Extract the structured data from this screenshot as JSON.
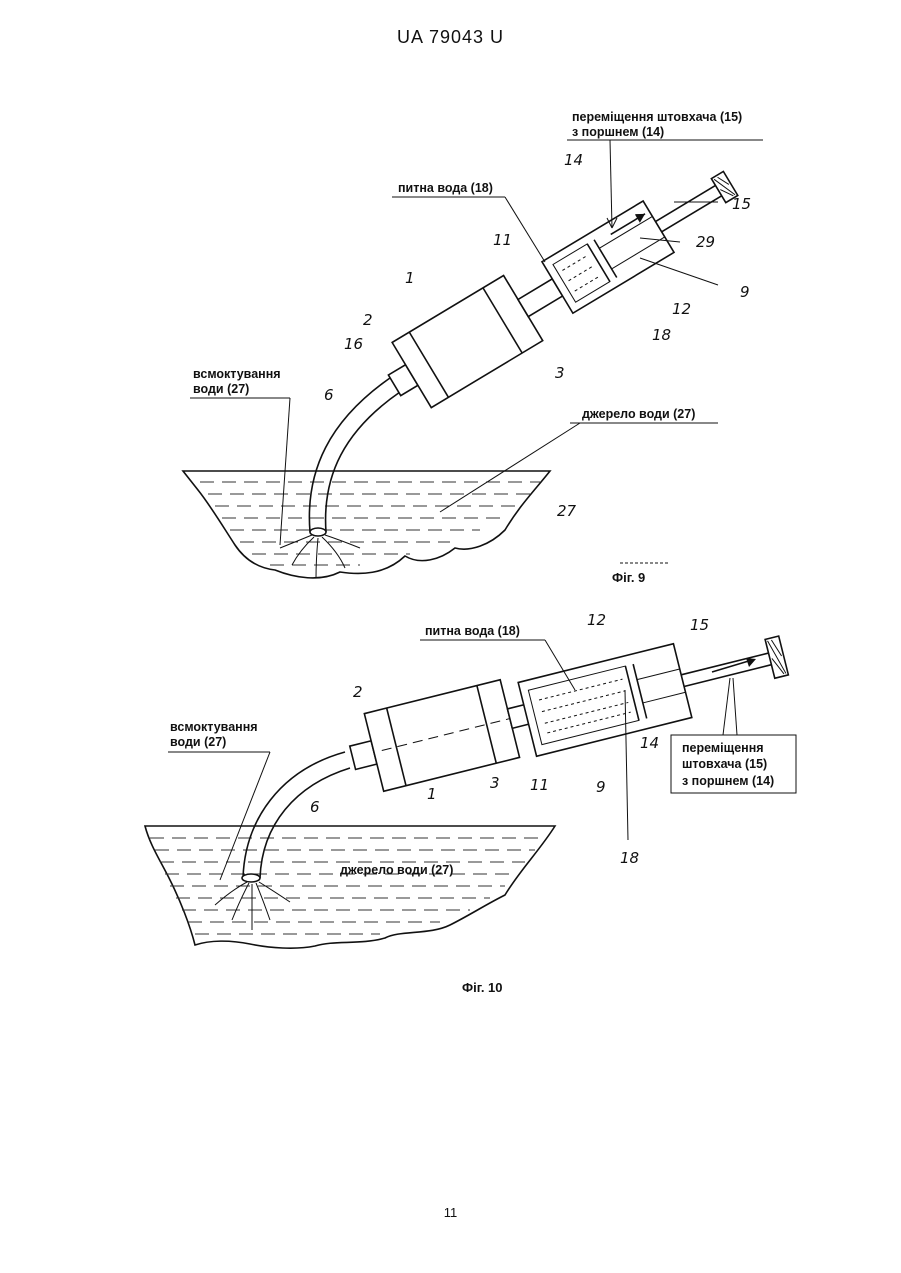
{
  "header": {
    "doc_number": "UA   79043   U"
  },
  "page_number": "11",
  "fig9": {
    "caption": "Фіг. 9",
    "label_piston_line1": "переміщення штовхача (15)",
    "label_piston_line2": "з поршнем (14)",
    "label_drinking_water": "питна вода (18)",
    "label_suction_line1": "всмоктування",
    "label_suction_line2": "води (27)",
    "label_source": "джерело води (27)",
    "refs": [
      "14",
      "15",
      "11",
      "29",
      "1",
      "9",
      "12",
      "2",
      "18",
      "16",
      "3",
      "6",
      "27"
    ]
  },
  "fig10": {
    "caption": "Фіг. 10",
    "label_drinking_water": "питна вода (18)",
    "label_suction_line1": "всмоктування",
    "label_suction_line2": "води (27)",
    "label_source": "джерело води (27)",
    "label_piston_line1": "переміщення",
    "label_piston_line2": "штовхача (15)",
    "label_piston_line3": "з поршнем (14)",
    "refs": [
      "12",
      "15",
      "2",
      "14",
      "1",
      "3",
      "11",
      "9",
      "6",
      "18"
    ]
  }
}
